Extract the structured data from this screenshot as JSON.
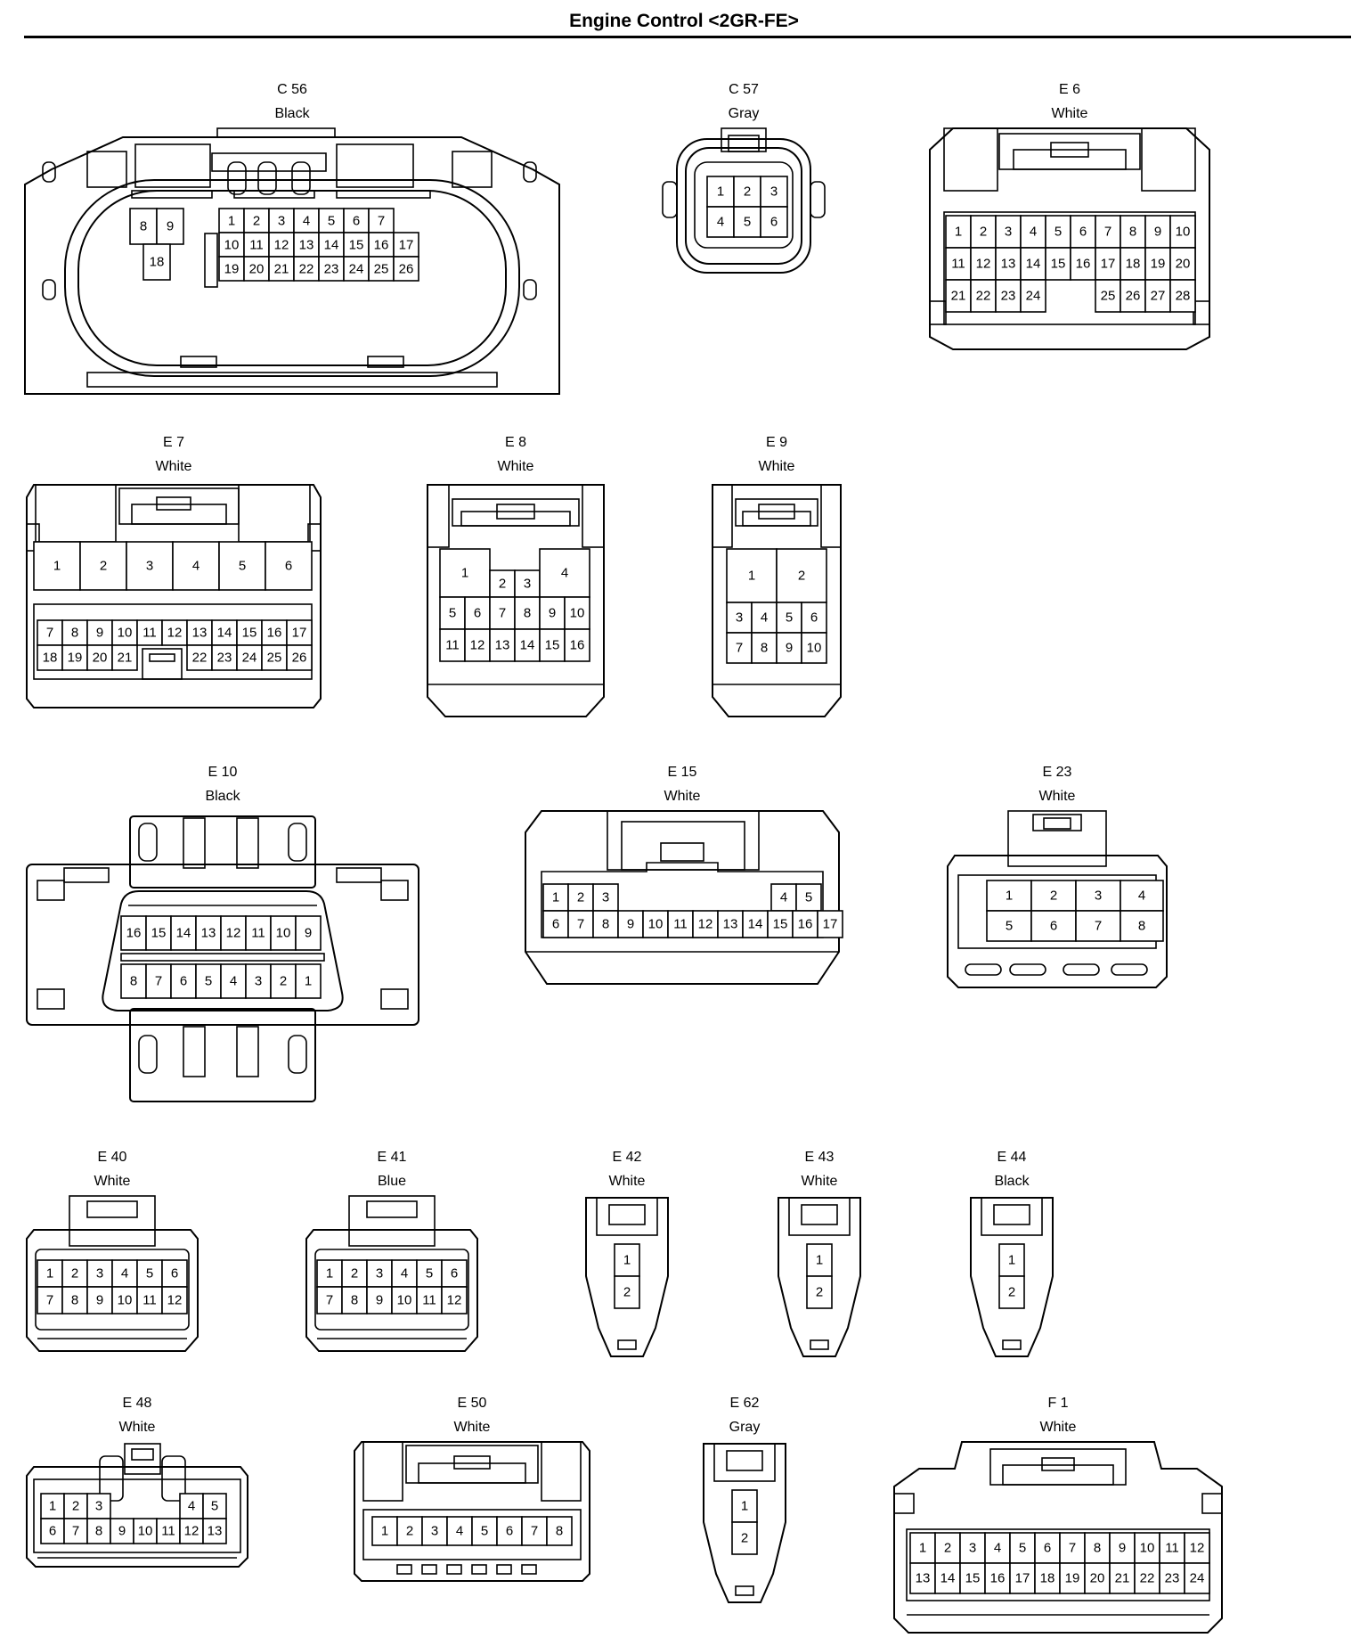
{
  "page": {
    "title": "Engine Control <2GR-FE>"
  },
  "connectors": {
    "c56": {
      "id": "C 56",
      "color": "Black"
    },
    "c57": {
      "id": "C 57",
      "color": "Gray"
    },
    "e6": {
      "id": "E 6",
      "color": "White"
    },
    "e7": {
      "id": "E 7",
      "color": "White"
    },
    "e8": {
      "id": "E 8",
      "color": "White"
    },
    "e9": {
      "id": "E 9",
      "color": "White"
    },
    "e10": {
      "id": "E 10",
      "color": "Black"
    },
    "e15": {
      "id": "E 15",
      "color": "White"
    },
    "e23": {
      "id": "E 23",
      "color": "White"
    },
    "e40": {
      "id": "E 40",
      "color": "White"
    },
    "e41": {
      "id": "E 41",
      "color": "Blue"
    },
    "e42": {
      "id": "E 42",
      "color": "White"
    },
    "e43": {
      "id": "E 43",
      "color": "White"
    },
    "e44": {
      "id": "E 44",
      "color": "Black"
    },
    "e48": {
      "id": "E 48",
      "color": "White"
    },
    "e50": {
      "id": "E 50",
      "color": "White"
    },
    "e62": {
      "id": "E 62",
      "color": "Gray"
    },
    "f1": {
      "id": "F 1",
      "color": "White"
    }
  }
}
